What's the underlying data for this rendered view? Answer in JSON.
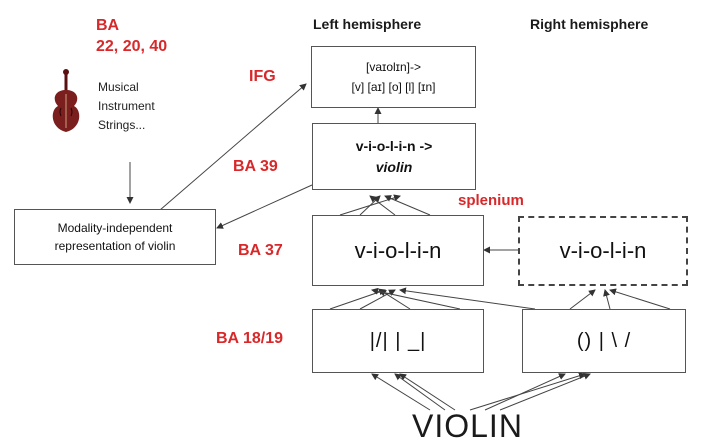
{
  "headers": {
    "left_hemisphere": "Left hemisphere",
    "right_hemisphere": "Right hemisphere"
  },
  "areas": {
    "ba_label": "BA",
    "ba_numbers": "22, 20, 40",
    "ifg": "IFG",
    "ba39": "BA 39",
    "ba37": "BA 37",
    "ba1819": "BA 18/19",
    "splenium": "splenium"
  },
  "semantic_list": {
    "line1": "Musical",
    "line2": "Instrument",
    "line3": "Strings..."
  },
  "boxes": {
    "modality": "Modality-independent representation of violin",
    "phon_line1": "[vaɪolɪn]->",
    "phon_line2": "[v] [aɪ] [o] [l] [ɪn]",
    "ba39_line1": "v-i-o-l-i-n ->",
    "ba39_line2": "violin",
    "ba37_left": "v-i-o-l-i-n",
    "ba37_right": "v-i-o-l-i-n",
    "feat_left": "|/| | _|",
    "feat_right": "() | \\ /"
  },
  "stimulus": "VIOLIN",
  "colors": {
    "accent": "#d8282a",
    "violin": "#7a1e1e"
  }
}
